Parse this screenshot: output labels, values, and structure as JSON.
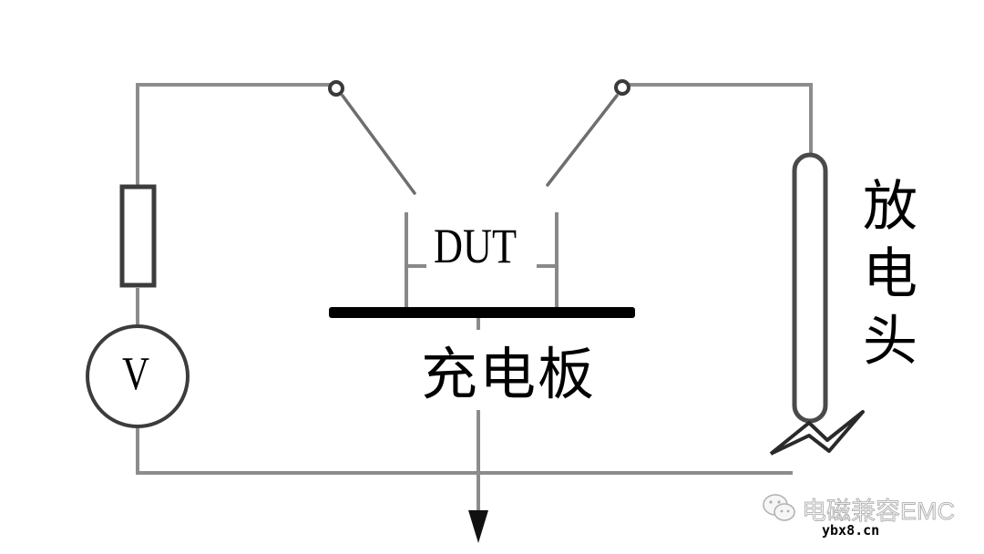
{
  "diagram": {
    "type": "ESD charged-plate test circuit schematic",
    "labels": {
      "dut": "DUT",
      "voltmeter": "V",
      "charging_plate": "充电板",
      "discharge_head": [
        "放",
        "电",
        "头"
      ]
    },
    "components": [
      {
        "id": "resistor",
        "kind": "resistor"
      },
      {
        "id": "voltmeter",
        "kind": "meter",
        "symbol": "V"
      },
      {
        "id": "switch-left",
        "kind": "switch"
      },
      {
        "id": "switch-right",
        "kind": "switch"
      },
      {
        "id": "dut",
        "kind": "device-under-test",
        "label": "DUT"
      },
      {
        "id": "charging-plate",
        "kind": "plate",
        "label": "充电板"
      },
      {
        "id": "discharge-probe",
        "kind": "probe",
        "label": "放电头"
      },
      {
        "id": "ground-arrow",
        "kind": "ground"
      }
    ],
    "colors": {
      "wire": "#8c8c8c",
      "component_outline": "#4a4a4a",
      "plate": "#000000",
      "text": "#000000",
      "background": "#ffffff"
    }
  },
  "watermark": {
    "text": "电磁兼容EMC",
    "site": "ybx8.cn",
    "icon": "wechat-icon"
  }
}
